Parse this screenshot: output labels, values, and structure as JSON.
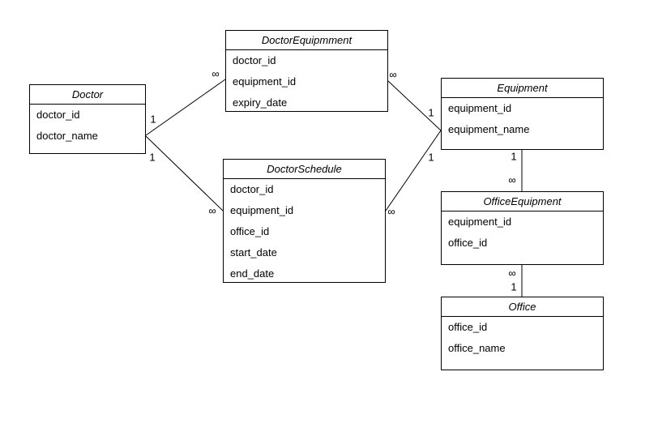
{
  "diagram": {
    "colors": {
      "background": "#ffffff",
      "line": "#000000",
      "text": "#000000"
    },
    "entities": [
      {
        "name": "Doctor",
        "attributes": [
          "doctor_id",
          "doctor_name"
        ]
      },
      {
        "name": "DoctorEquipmment",
        "attributes": [
          "doctor_id",
          "equipment_id",
          "expiry_date"
        ]
      },
      {
        "name": "Equipment",
        "attributes": [
          "equipment_id",
          "equipment_name"
        ]
      },
      {
        "name": "DoctorSchedule",
        "attributes": [
          "doctor_id",
          "equipment_id",
          "office_id",
          "start_date",
          "end_date"
        ]
      },
      {
        "name": "OfficeEquipment",
        "attributes": [
          "equipment_id",
          "office_id"
        ]
      },
      {
        "name": "Office",
        "attributes": [
          "office_id",
          "office_name"
        ]
      }
    ],
    "relationships": [
      {
        "from": "Doctor",
        "to": "DoctorEquipmment",
        "from_card": "1",
        "to_card": "∞"
      },
      {
        "from": "Doctor",
        "to": "DoctorSchedule",
        "from_card": "1",
        "to_card": "∞"
      },
      {
        "from": "DoctorEquipmment",
        "to": "Equipment",
        "from_card": "∞",
        "to_card": "1"
      },
      {
        "from": "DoctorSchedule",
        "to": "Equipment",
        "from_card": "∞",
        "to_card": "1"
      },
      {
        "from": "Equipment",
        "to": "OfficeEquipment",
        "from_card": "1",
        "to_card": "∞"
      },
      {
        "from": "OfficeEquipment",
        "to": "Office",
        "from_card": "∞",
        "to_card": "1"
      }
    ]
  }
}
